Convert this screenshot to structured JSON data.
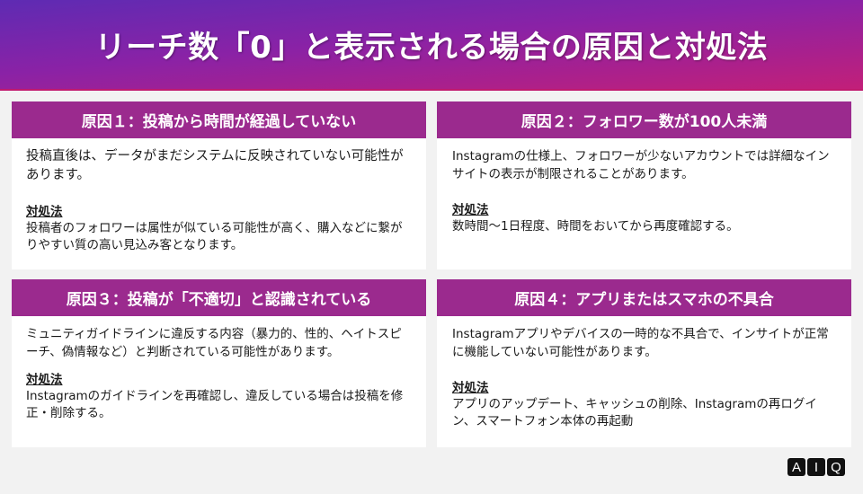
{
  "title": "リーチ数「0」と表示される場合の原因と対処法",
  "colors": {
    "title_gradient_start": "#5e2bb3",
    "title_gradient_end": "#c21f79",
    "card_header": "#9b2a8e",
    "background": "#f2f2f2"
  },
  "cards": [
    {
      "heading": "原因１：投稿から時間が経過していない",
      "description": "投稿直後は、データがまだシステムに反映されていない可能性があります。",
      "remedy_label": "対処法",
      "remedy": "投稿者のフォロワーは属性が似ている可能性が高く、購入などに繋がりやすい質の高い見込み客となります。"
    },
    {
      "heading": "原因２：フォロワー数が100人未満",
      "description": "Instagramの仕様上、フォロワーが少ないアカウントでは詳細なインサイトの表示が制限されることがあります。",
      "remedy_label": "対処法",
      "remedy": "数時間〜1日程度、時間をおいてから再度確認する。"
    },
    {
      "heading": "原因３：投稿が「不適切」と認識されている",
      "description": "ミュニティガイドラインに違反する内容（暴力的、性的、ヘイトスピーチ、偽情報など）と判断されている可能性があります。",
      "remedy_label": "対処法",
      "remedy": "Instagramのガイドラインを再確認し、違反している場合は投稿を修正・削除する。"
    },
    {
      "heading": "原因４：アプリまたはスマホの不具合",
      "description": "Instagramアプリやデバイスの一時的な不具合で、インサイトが正常に機能していない可能性があります。",
      "remedy_label": "対処法",
      "remedy": "アプリのアップデート、キャッシュの削除、Instagramの再ログイン、スマートフォン本体の再起動"
    }
  ],
  "logo": {
    "letters": [
      "A",
      "I",
      "Q"
    ]
  }
}
